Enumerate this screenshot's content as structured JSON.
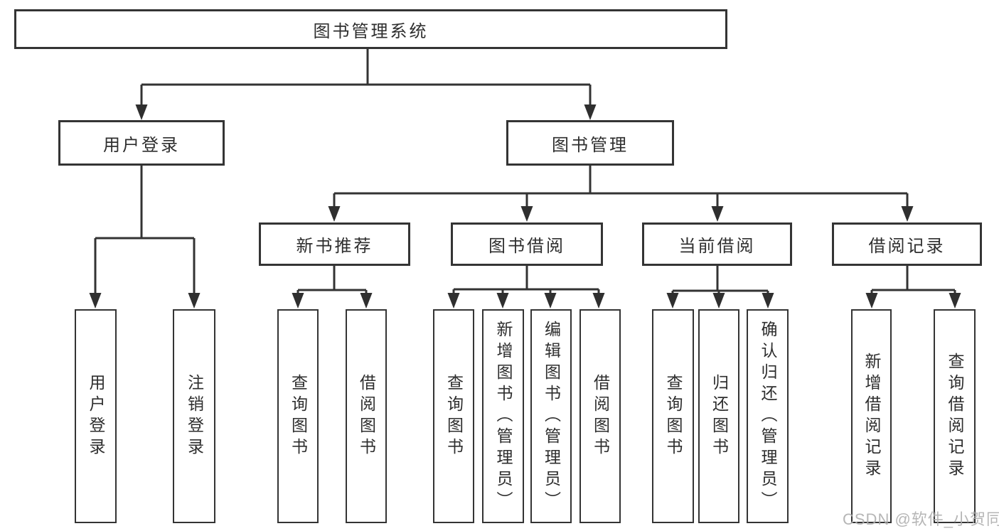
{
  "diagram": {
    "root": "图书管理系统",
    "level2": {
      "user_login": "用户登录",
      "book_management": "图书管理"
    },
    "level3": {
      "new_book_recommend": "新书推荐",
      "book_borrow": "图书借阅",
      "current_borrow": "当前借阅",
      "borrow_records": "借阅记录"
    },
    "leaves": {
      "user_login": [
        "用户登录",
        "注销登录"
      ],
      "new_book_recommend": [
        "查询图书",
        "借阅图书"
      ],
      "book_borrow": [
        "查询图书",
        "新增图书（管理员）",
        "编辑图书（管理员）",
        "借阅图书"
      ],
      "current_borrow": [
        "查询图书",
        "归还图书",
        "确认归还（管理员）"
      ],
      "borrow_records": [
        "新增借阅记录",
        "查询借阅记录"
      ]
    }
  },
  "watermark": "CSDN @软件_小贺同学",
  "colors": {
    "line": "#333333",
    "text": "#2e2e2e",
    "watermark": "#acacac",
    "background": "#ffffff"
  }
}
